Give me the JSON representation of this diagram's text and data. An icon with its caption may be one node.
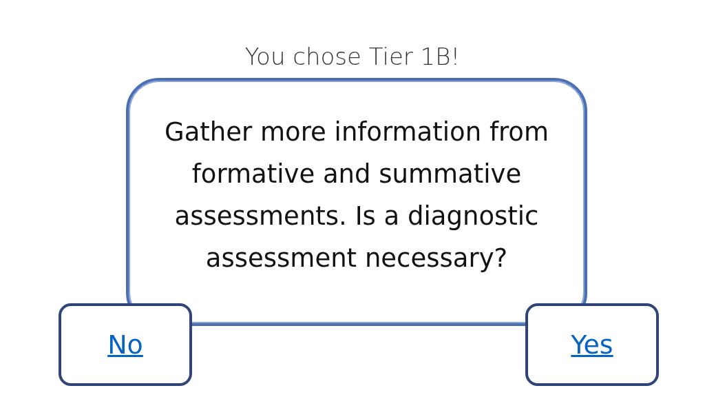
{
  "diagram": {
    "title": "You chose Tier 1B!",
    "nodes": [
      {
        "text": [
          "Gather more information from formative and summative assessments. Is a diagnostic assessment necessary?"
        ]
      },
      {
        "text": [
          "No"
        ]
      },
      {
        "text": [
          "Yes"
        ]
      }
    ],
    "edges": []
  }
}
